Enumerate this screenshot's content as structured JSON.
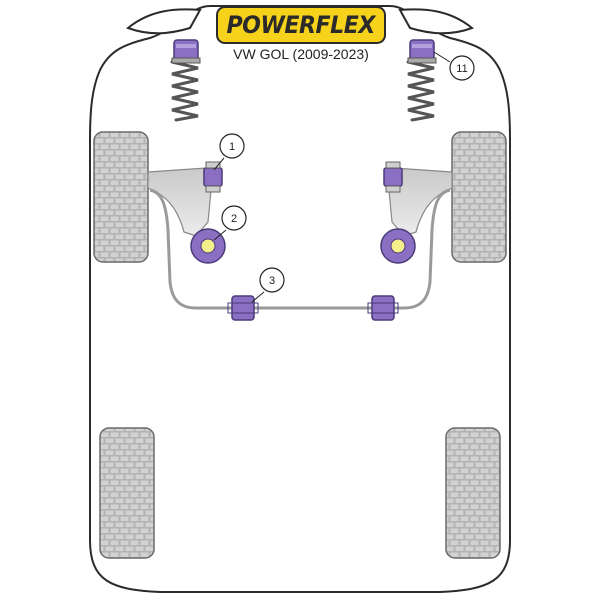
{
  "brand": {
    "logo_text": "POWERFLEX"
  },
  "title": "VW GOL (2009-2023)",
  "callouts": [
    {
      "number": "1"
    },
    {
      "number": "2"
    },
    {
      "number": "3"
    },
    {
      "number": "11"
    }
  ],
  "colors": {
    "bushing_purple": "#8b6fc2",
    "bushing_dark": "#4a3a7a",
    "logo_yellow": "#f7d21a",
    "arm_gray": "#d9d9d9",
    "tyre_gray": "#9a9a9a"
  }
}
